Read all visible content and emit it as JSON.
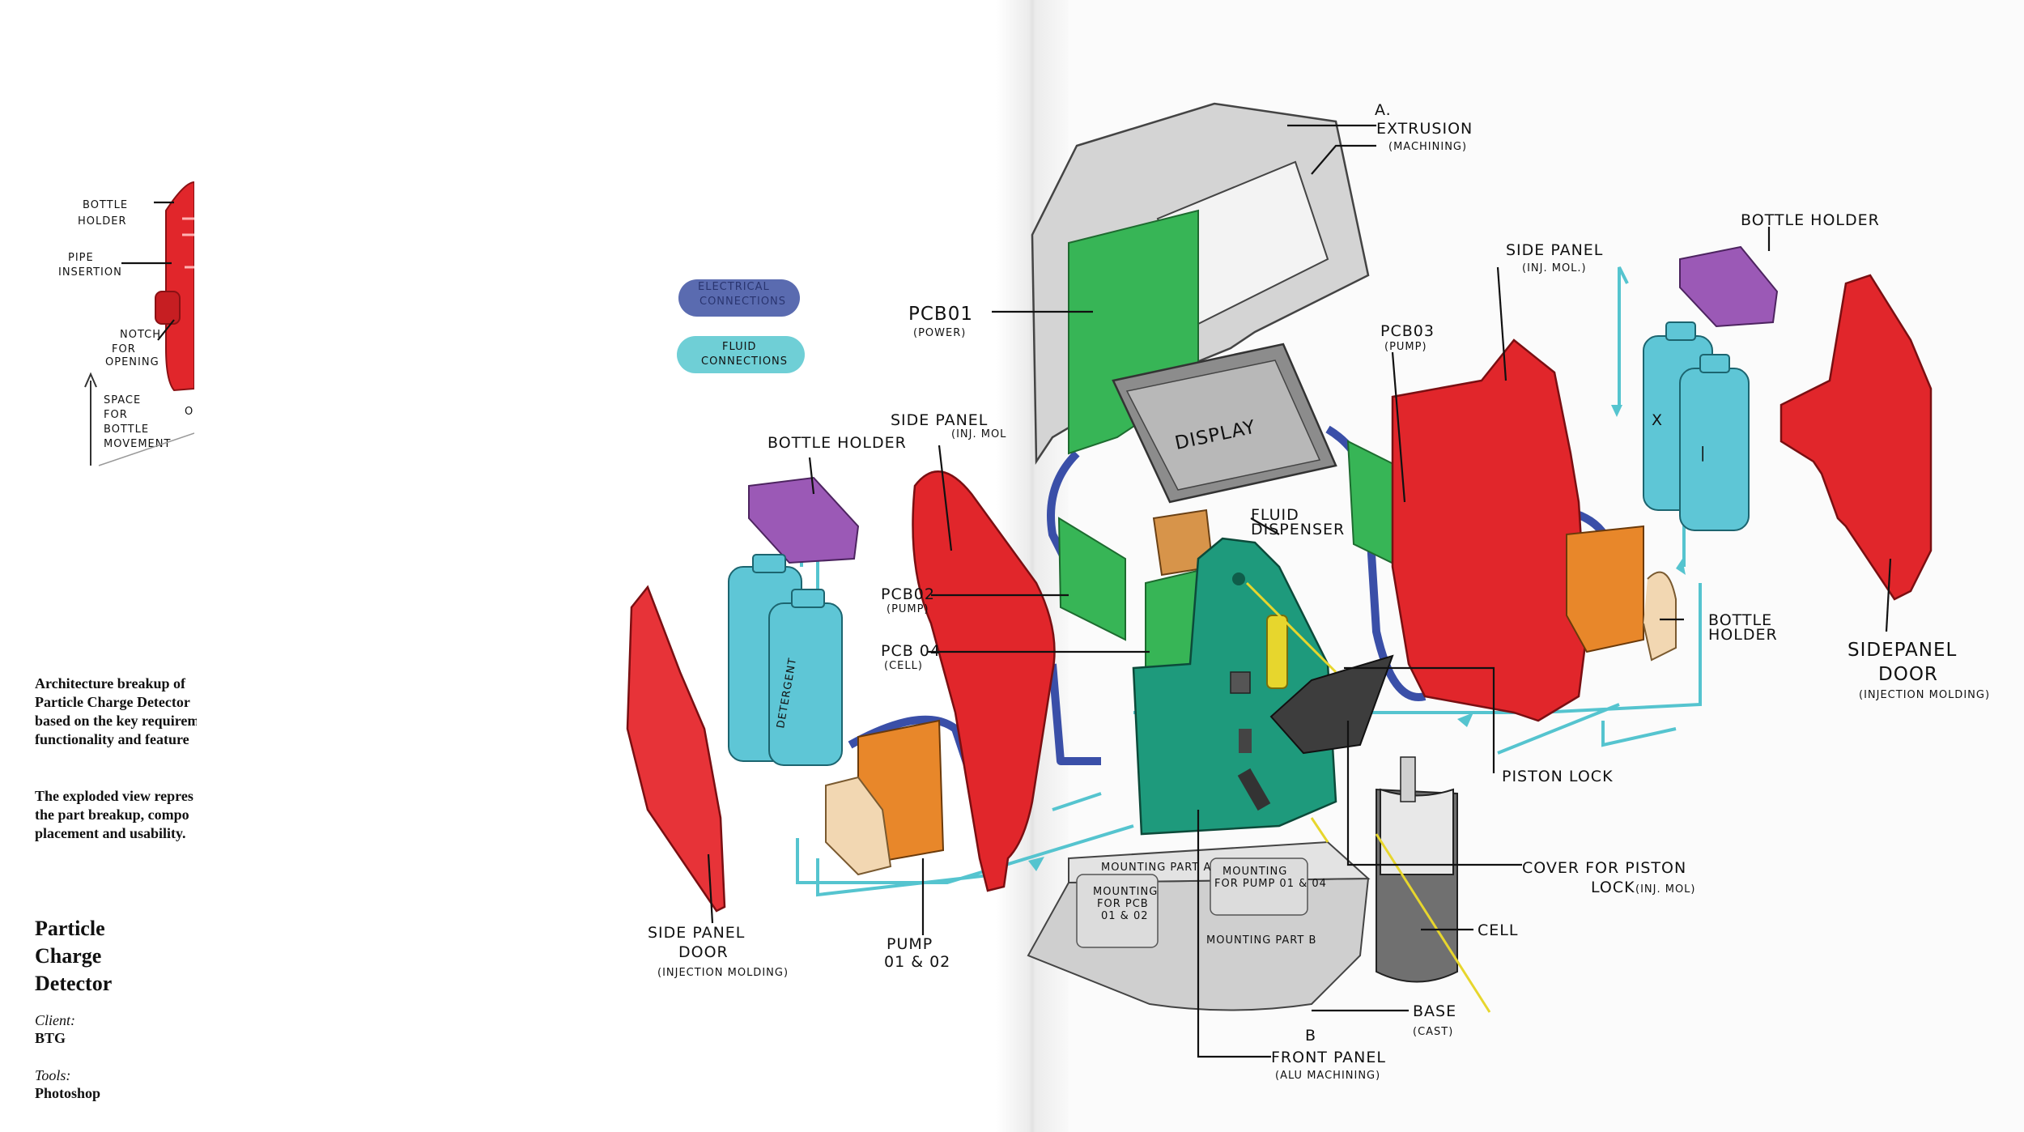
{
  "description": {
    "paragraph_1": [
      "Architecture breakup of",
      "Particle Charge Detector",
      "based on the key requirem",
      "functionality and feature"
    ],
    "paragraph_2": [
      "The exploded view repres",
      "the part breakup, compo",
      "placement and usability."
    ]
  },
  "project": {
    "title_lines": [
      "Particle",
      "Charge",
      "Detector"
    ],
    "client_label": "Client:",
    "client_value": "BTG",
    "tools_label": "Tools:",
    "tools_value": "Photoshop"
  },
  "sketch_labels": {
    "bottle_holder": [
      "BOTTLE",
      "HOLDER"
    ],
    "pipe_insertion": [
      "PIPE",
      "INSERTION"
    ],
    "notch": [
      "NOTCH",
      "FOR",
      "OPENING"
    ],
    "space": [
      "SPACE",
      "FOR",
      "BOTTLE",
      "MOVEMENT"
    ],
    "partial": "O"
  },
  "legend": {
    "electrical": [
      "ELECTRICAL",
      "CONNECTIONS"
    ],
    "fluid": [
      "FLUID",
      "CONNECTIONS"
    ]
  },
  "colors": {
    "electrical": "#5a6bb0",
    "fluid": "#6fcfd6",
    "red_part": "#e1262b",
    "pcb": "#37b556",
    "teal_panel": "#1e9a7c",
    "bottle": "#5ec6d6",
    "holder": "#9b59b6",
    "pump": "#e8872a"
  },
  "callouts": {
    "a_letter": "A.",
    "extrusion": "EXTRUSION",
    "machining": "(MACHINING)",
    "side_panel_right": "SIDE PANEL",
    "side_panel_right_sub": "(INJ. MOL.)",
    "bottle_holder_right": "BOTTLE HOLDER",
    "pcb01": "PCB01",
    "pcb01_sub": "(POWER)",
    "pcb03": "PCB03",
    "pcb03_sub": "(PUMP)",
    "side_panel_left": "SIDE PANEL",
    "side_panel_left_sub": "(INJ. MOL",
    "bottle_holder_left": "BOTTLE HOLDER",
    "display": "DISPLAY",
    "fluid_dispenser": [
      "FLUID",
      "DISPENSER"
    ],
    "pcb02": "PCB02",
    "pcb02_sub": "(PUMP)",
    "pcb04": "PCB 04",
    "pcb04_sub": "(CELL)",
    "bottle_holder_small": [
      "BOTTLE",
      "HOLDER"
    ],
    "sidepanel_door_right": [
      "SIDEPANEL",
      "DOOR"
    ],
    "sidepanel_door_right_sub": "(INJECTION MOLDING)",
    "piston_lock": "PISTON LOCK",
    "cover_piston": [
      "COVER FOR PISTON",
      "LOCK"
    ],
    "cover_piston_sub": "(INJ. MOL)",
    "cell": "CELL",
    "base": "BASE",
    "base_sub": "(CAST)",
    "b_letter": "B",
    "front_panel": "FRONT PANEL",
    "front_panel_sub": "(ALU MACHINING)",
    "side_panel_door_left": [
      "SIDE PANEL",
      "DOOR"
    ],
    "side_panel_door_left_sub": "(INJECTION MOLDING)",
    "pump": [
      "PUMP",
      "01 & 02"
    ],
    "detergent": "DETERGENT",
    "mounting_a": "MOUNTING PART A",
    "mounting_b": "MOUNTING PART B",
    "mounting_pcb": [
      "MOUNTING",
      "FOR PCB",
      "01 & 02"
    ],
    "mounting_pump": [
      "MOUNTING",
      "FOR PUMP 01 & 04"
    ],
    "bottle_mark_x": "X",
    "bottle_mark_dash": "|"
  }
}
